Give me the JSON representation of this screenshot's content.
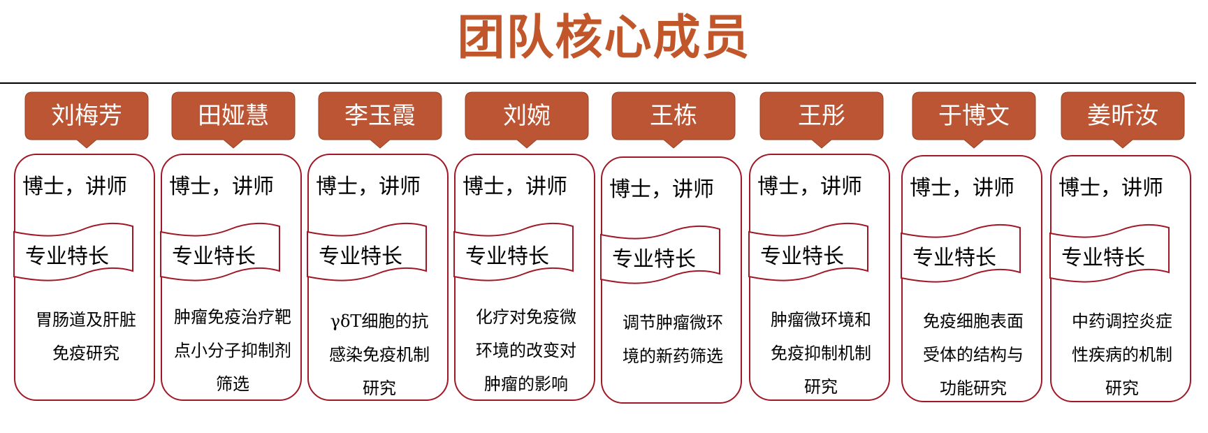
{
  "title": "团队核心成员",
  "colors": {
    "accent": "#c0562a",
    "name_box": "#bb5533",
    "card_border": "#a01825"
  },
  "banner_label": "专业特长",
  "members": [
    {
      "name": "刘梅芳",
      "title": "博士，讲师",
      "specialty_lines": [
        "胃肠道及肝脏",
        "免疫研究"
      ]
    },
    {
      "name": "田娅慧",
      "title": "博士，讲师",
      "specialty_lines": [
        "肿瘤免疫治疗靶",
        "点小分子抑制剂",
        "筛选"
      ]
    },
    {
      "name": "李玉霞",
      "title": "博士，讲师",
      "specialty_lines": [
        "γδT细胞的抗",
        "感染免疫机制",
        "研究"
      ]
    },
    {
      "name": "刘婉",
      "title": "博士，讲师",
      "specialty_lines": [
        "化疗对免疫微",
        "环境的改变对",
        "肿瘤的影响"
      ]
    },
    {
      "name": "王栋",
      "title": "博士，讲师",
      "specialty_lines": [
        "调节肿瘤微环",
        "境的新药筛选"
      ]
    },
    {
      "name": "王彤",
      "title": "博士，讲师",
      "specialty_lines": [
        "肿瘤微环境和",
        "免疫抑制机制",
        "研究"
      ]
    },
    {
      "name": "于博文",
      "title": "博士，讲师",
      "specialty_lines": [
        "免疫细胞表面",
        "受体的结构与",
        "功能研究"
      ]
    },
    {
      "name": "姜昕汝",
      "title": "博士，讲师",
      "specialty_lines": [
        "中药调控炎症",
        "性疾病的机制",
        "研究"
      ]
    }
  ]
}
